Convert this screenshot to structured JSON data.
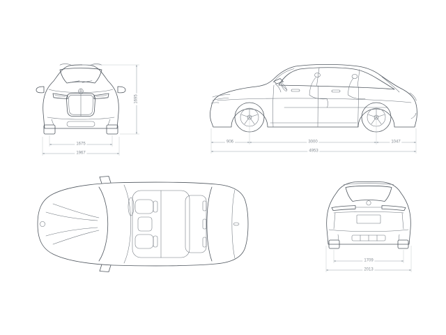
{
  "views": {
    "front": "front-view",
    "side": "side-view",
    "top": "top-view",
    "rear": "rear-view"
  },
  "dimensions": {
    "front_track": "1675",
    "overall_width": "1967",
    "overall_height": "1695",
    "front_overhang": "906",
    "wheelbase": "3000",
    "rear_overhang": "1047",
    "overall_length": "4953",
    "rear_track": "1709",
    "rear_width": "2013"
  },
  "colors": {
    "line": "#4f565e",
    "dimension": "#9aa3ab",
    "label": "#868d94",
    "background": "#ffffff"
  }
}
